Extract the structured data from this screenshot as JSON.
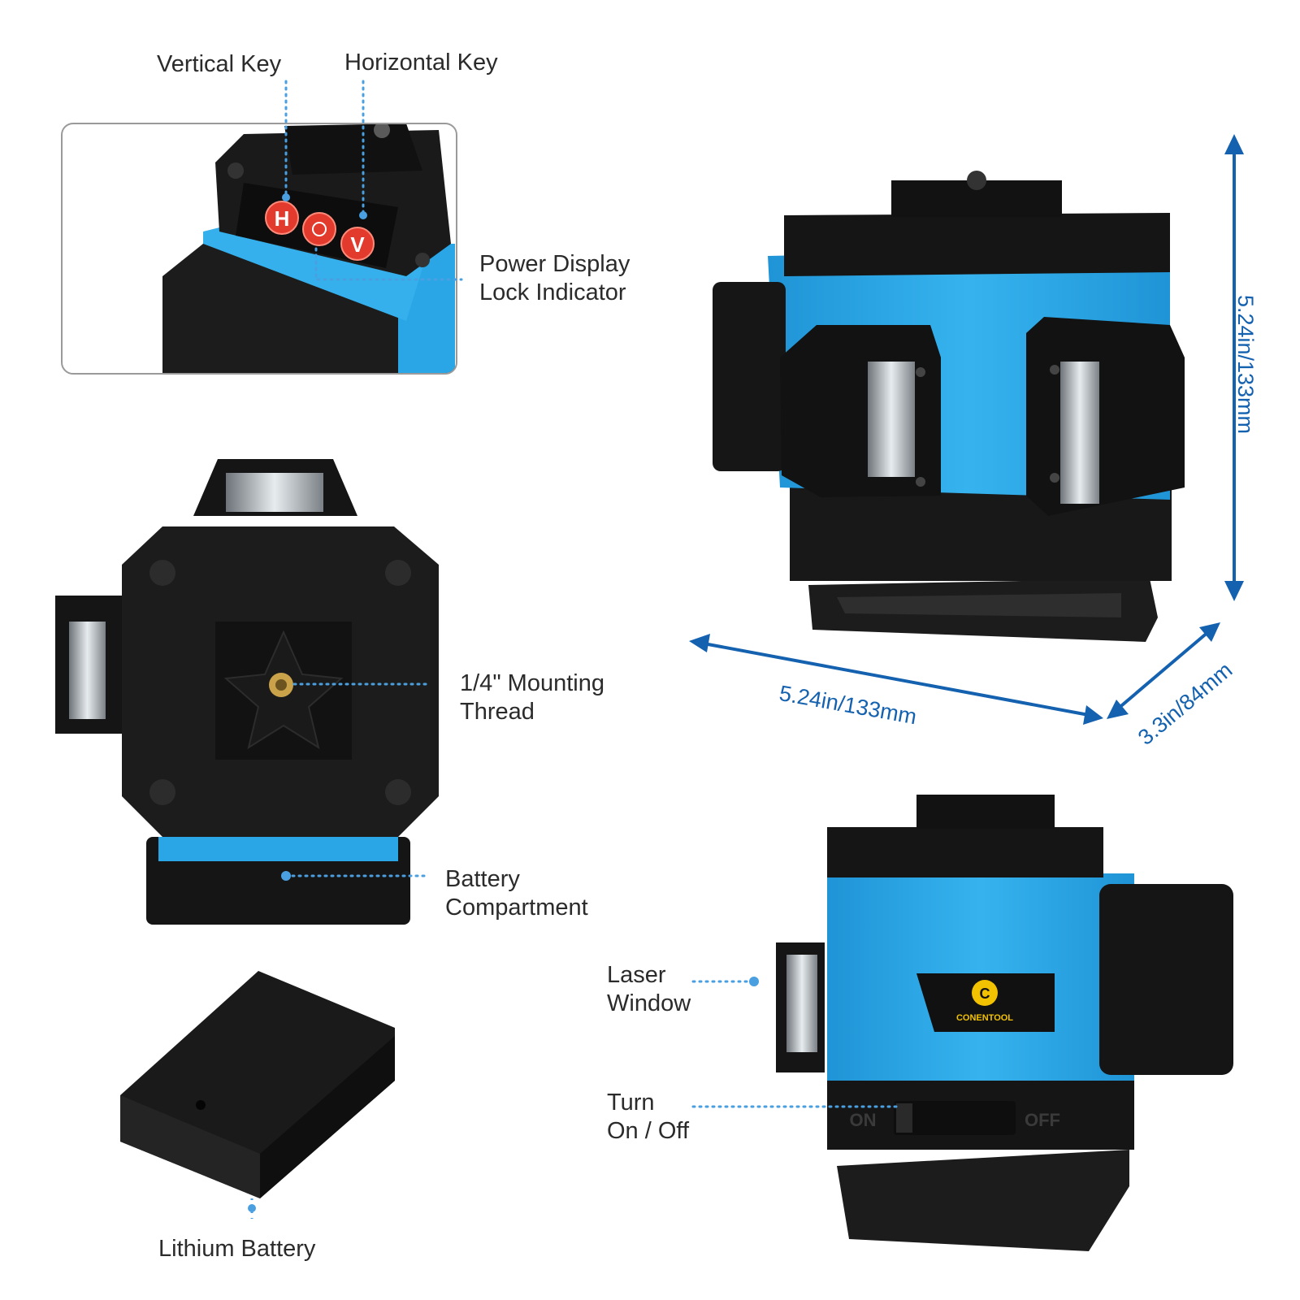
{
  "labels": {
    "vertical_key": "Vertical Key",
    "horizontal_key": "Horizontal Key",
    "power_display": [
      "Power Display",
      "Lock Indicator"
    ],
    "mounting_thread": [
      "1/4\" Mounting",
      "Thread"
    ],
    "battery_compartment": [
      "Battery",
      "Compartment"
    ],
    "lithium_battery": "Lithium Battery",
    "laser_window": [
      "Laser",
      "Window"
    ],
    "turn_on_off": [
      "Turn",
      "On / Off"
    ]
  },
  "keypad": {
    "h_key": "H",
    "v_key": "V"
  },
  "dimensions": {
    "height": "5.24in/133mm",
    "width": "5.24in/133mm",
    "depth": "3.3in/84mm"
  },
  "brand": {
    "name": "CONENTOOL",
    "logo_letter": "C"
  },
  "switch": {
    "on": "ON",
    "off": "OFF"
  },
  "colors": {
    "accent_blue": "#2aa6e6",
    "body_black": "#1b1b1b",
    "dimension_blue": "#1461b0",
    "callout_dots": "#4a9fe0",
    "key_red": "#e23a2c",
    "brass": "#c9a24a"
  }
}
